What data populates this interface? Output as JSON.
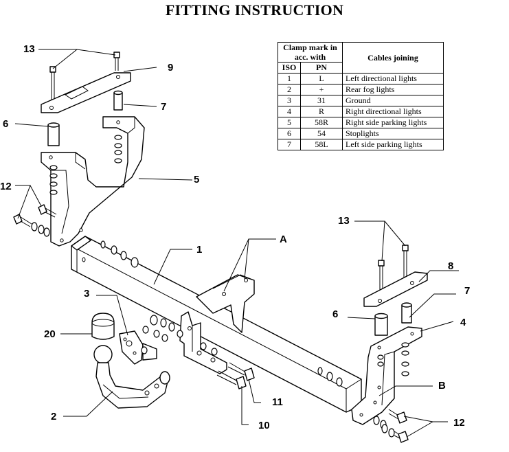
{
  "title": "FITTING INSTRUCTION",
  "table": {
    "header_clamp": "Clamp mark in acc. with",
    "header_cables": "Cables joining",
    "col_iso": "ISO",
    "col_pn": "PN",
    "rows": [
      {
        "iso": "1",
        "pn": "L",
        "desc": "Left directional lights"
      },
      {
        "iso": "2",
        "pn": "+",
        "desc": "Rear fog lights"
      },
      {
        "iso": "3",
        "pn": "31",
        "desc": "Ground"
      },
      {
        "iso": "4",
        "pn": "R",
        "desc": "Right directional lights"
      },
      {
        "iso": "5",
        "pn": "58R",
        "desc": "Right side parking lights"
      },
      {
        "iso": "6",
        "pn": "54",
        "desc": "Stoplights"
      },
      {
        "iso": "7",
        "pn": "58L",
        "desc": "Left side parking lights"
      }
    ]
  },
  "callouts": {
    "c13_left": "13",
    "c9": "9",
    "c7_left": "7",
    "c6_left": "6",
    "c5": "5",
    "c12_left": "12",
    "c1": "1",
    "cA": "A",
    "c3": "3",
    "c20": "20",
    "c2": "2",
    "c13_right": "13",
    "c8": "8",
    "c7_right": "7",
    "c6_right": "6",
    "c4": "4",
    "cB": "B",
    "c12_right": "12",
    "c11": "11",
    "c10": "10"
  }
}
